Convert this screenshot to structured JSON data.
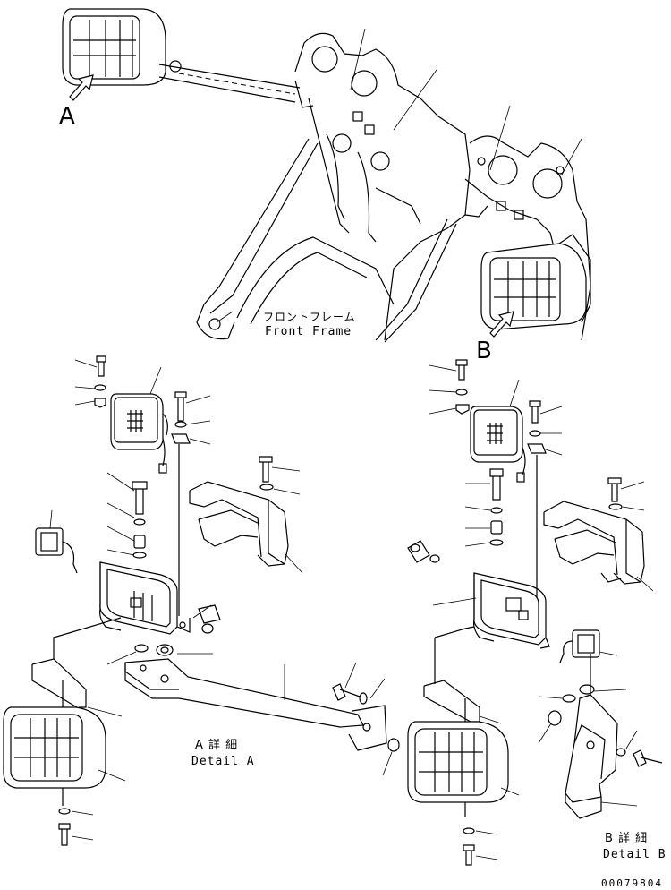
{
  "labels": {
    "view_a": "A",
    "view_b": "B",
    "frame_jp": "フロントフレーム",
    "frame_en": "Front Frame",
    "detail_a_jp": "A 詳 細",
    "detail_a_en": "Detail A",
    "detail_b_jp": "B 詳 細",
    "detail_b_en": "Detail B",
    "drawing_number": "00079804"
  }
}
